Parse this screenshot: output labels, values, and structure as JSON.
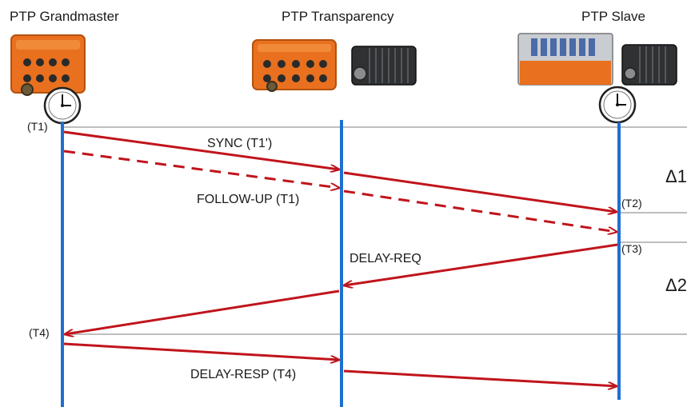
{
  "nodes": {
    "grandmaster": {
      "label": "PTP Grandmaster"
    },
    "transparency": {
      "label": "PTP Transparency"
    },
    "slave": {
      "label": "PTP Slave"
    }
  },
  "time_labels": {
    "t1": "(T1)",
    "t2": "(T2)",
    "t3": "(T3)",
    "t4": "(T4)"
  },
  "messages": {
    "sync": "SYNC (T1')",
    "follow_up": "FOLLOW-UP (T1)",
    "delay_req": "DELAY-REQ",
    "delay_resp": "DELAY-RESP (T4)"
  },
  "deltas": {
    "d1": "Δ1",
    "d2": "Δ2"
  },
  "colors": {
    "arrow": "#c0141c",
    "lifeline": "#1f6fd1",
    "reference_line": "#a8a8a8",
    "device_orange": "#e8701e",
    "device_dark": "#2f3133"
  }
}
